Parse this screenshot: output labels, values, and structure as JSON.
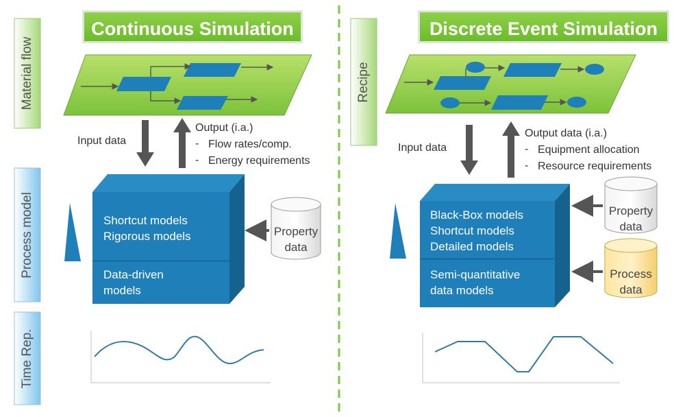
{
  "left": {
    "title": "Continuous Simulation",
    "side_labels": [
      "Material flow",
      "Process model",
      "Time Rep."
    ],
    "input_label": "Input data",
    "output_title": "Output (i.a.)",
    "output_items": [
      "Flow rates/comp.",
      "Energy requirements"
    ],
    "box_top_lines": [
      "Shortcut models",
      "Rigorous models"
    ],
    "box_bottom_lines": [
      "Data-driven",
      "models"
    ],
    "cylinder_lines": [
      "Property",
      "data"
    ]
  },
  "right": {
    "title": "Discrete Event Simulation",
    "side_label": "Recipe",
    "input_label": "Input data",
    "output_title": "Output data (i.a.)",
    "output_items": [
      "Equipment allocation",
      "Resource requirements"
    ],
    "box_top_lines": [
      "Black-Box models",
      "Shortcut models",
      "Detailed models"
    ],
    "box_bottom_lines": [
      "Semi-quantitative",
      "data models"
    ],
    "cylinder1_lines": [
      "Property",
      "data"
    ],
    "cylinder2_lines": [
      "Process",
      "data"
    ]
  },
  "bullet": "-",
  "colors": {
    "green": "#7ac943",
    "blue": "#1f7fb8",
    "blue_dark": "#15628f",
    "divider": "#7ac943",
    "arrow": "#555555",
    "yellow": "#ffe08a"
  }
}
